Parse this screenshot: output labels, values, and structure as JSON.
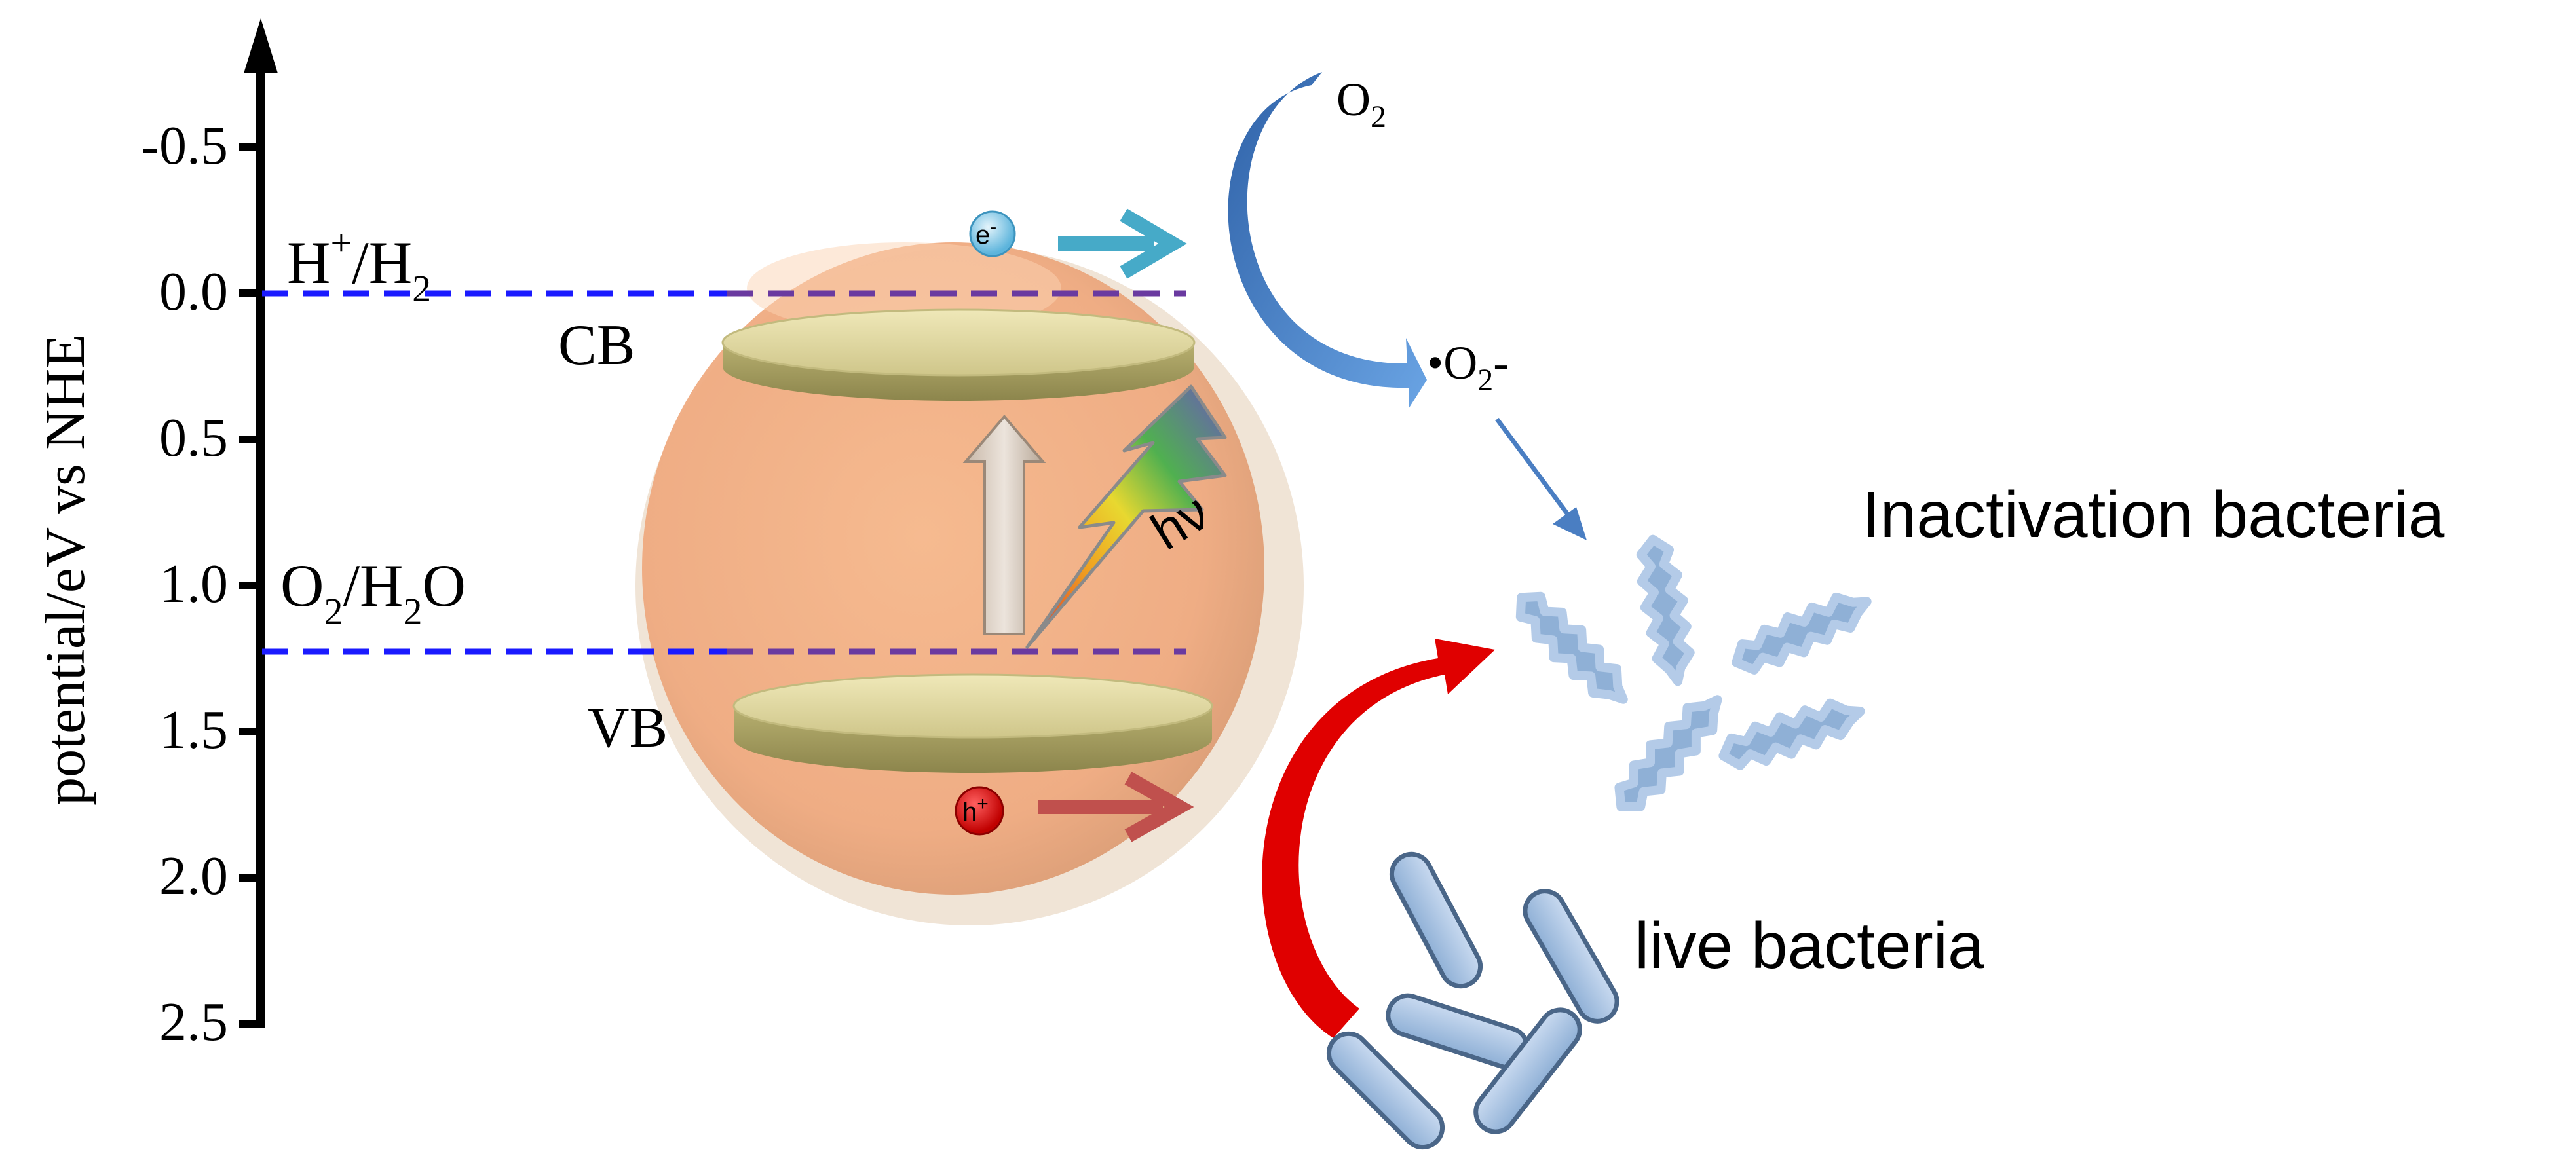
{
  "axis": {
    "label": "potential/eV vs NHE",
    "ticks": [
      "-0.5",
      "0.0",
      "0.5",
      "1.0",
      "1.5",
      "2.0",
      "2.5"
    ]
  },
  "levels": {
    "h_couple": {
      "h": "H",
      "plus": "+",
      "slash": "/H",
      "sub": "2"
    },
    "o_couple": {
      "o": "O",
      "sub1": "2",
      "slash": "/H",
      "sub2": "2",
      "tail": "O"
    }
  },
  "bands": {
    "cb": "CB",
    "vb": "VB"
  },
  "carriers": {
    "electron": {
      "symbol": "e",
      "sup": "-"
    },
    "hole": {
      "symbol": "h",
      "sup": "+"
    }
  },
  "light": "hν",
  "species": {
    "oxygen": {
      "o": "O",
      "sub": "2"
    },
    "superoxide": {
      "dot": "•",
      "o": "O",
      "sub": "2",
      "tail": "-"
    }
  },
  "bacteria": {
    "inactivated": "Inactivation bacteria",
    "live": "live bacteria"
  },
  "colors": {
    "axis": "#000000",
    "dashed_blue": "#1a1aff",
    "dashed_purple": "#6a3aa0",
    "particle": "#f2b487",
    "band_top": "#e4dca0",
    "band_side": "#a49c5c",
    "electron_arrow": "#46aac8",
    "hole_arrow": "#c0504d",
    "oxygen_arrow": "#4a7ec2",
    "red_arrow": "#e00000",
    "bacteria": "#8fb0d6"
  }
}
